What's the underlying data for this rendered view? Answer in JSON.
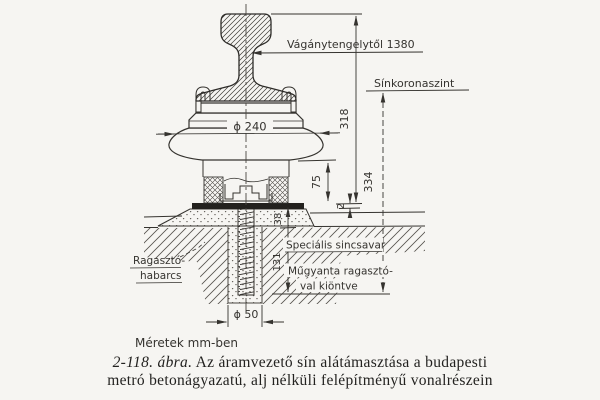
{
  "figure": {
    "drawing_labels": {
      "track_axis_offset": "Vágánytengelytől 1380",
      "rail_crown_level": "Sínkoronaszint",
      "insulator_diameter": "ϕ 240",
      "dim_318": "318",
      "dim_334": "334",
      "dim_75": "75",
      "dim_2": "2",
      "dim_38": "38",
      "dim_131": "131",
      "special_rail_screw": "Speciális sincsavar",
      "resin_grout_line1": "Műgyanta ragasztó-",
      "resin_grout_line2": "val kiöntve",
      "adhesive_mortar_line1": "Ragasztó-",
      "adhesive_mortar_line2": "habarcs",
      "bolt_hole_diameter": "ϕ 50",
      "units_note": "Méretek mm-ben"
    },
    "dimensions_mm": {
      "distance_from_track_axis": 1380,
      "insulator_skirt_diameter": 240,
      "rail_top_to_floor_level": 318,
      "rail_crown_to_hole_bottom": 334,
      "insulator_base_height": 75,
      "plate_gap": 2,
      "grout_pad_height": 38,
      "bolt_hole_depth": 131,
      "bolt_hole_diameter": 50
    },
    "caption": {
      "figure_number": "2-118. ábra.",
      "text_line1": "Az áramvezető sín alátámasztása a budapesti",
      "text_line2": "metró betonágyazatú, alj nélküli felépítményű vonalrészein"
    },
    "colors": {
      "paper": "#f6f5f2",
      "ink": "#35332f"
    }
  }
}
